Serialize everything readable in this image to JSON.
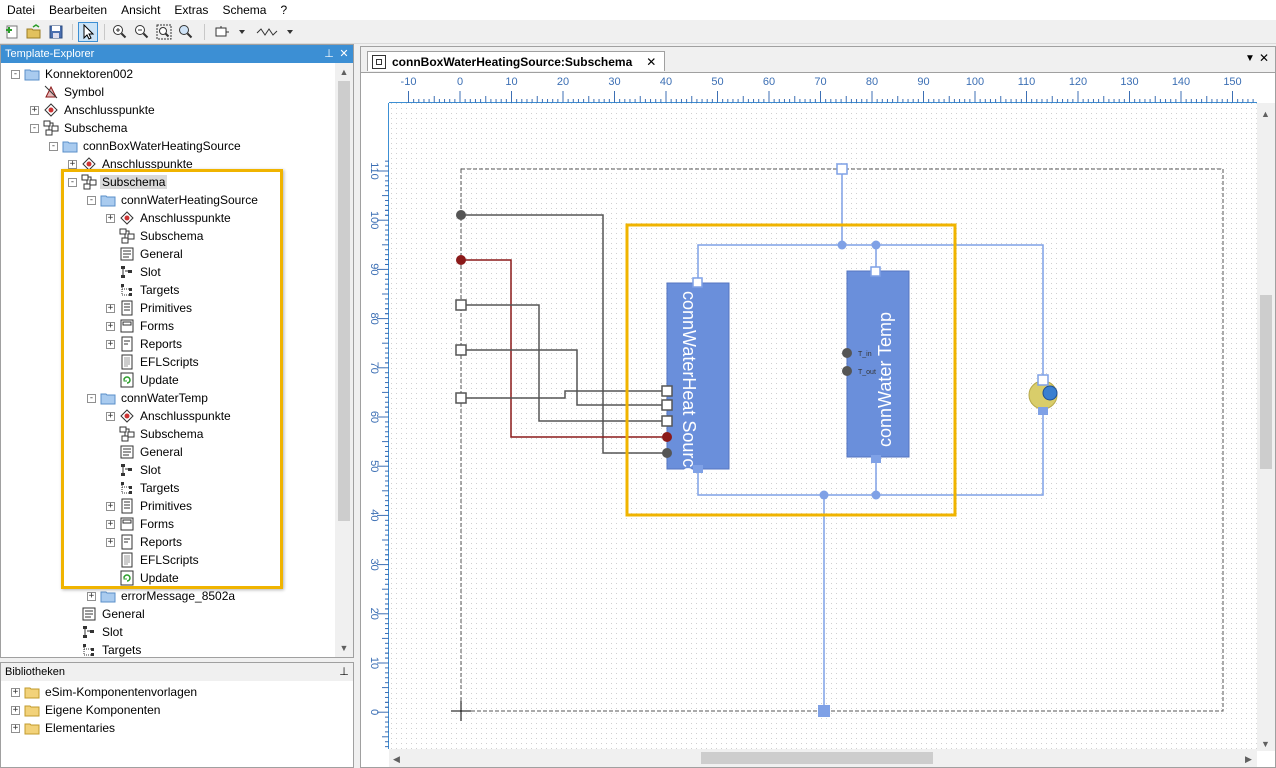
{
  "menu": [
    "Datei",
    "Bearbeiten",
    "Ansicht",
    "Extras",
    "Schema",
    "?"
  ],
  "toolbar": {
    "icons": [
      "new-template-icon",
      "open-template-icon",
      "save-icon",
      "select-pointer-icon",
      "zoom-in-icon",
      "zoom-out-icon",
      "zoom-fit-icon",
      "zoom-select-icon",
      "layout-icon",
      "connector-style-icon"
    ]
  },
  "explorer": {
    "title": "Template-Explorer",
    "items": [
      {
        "label": "Konnektoren002",
        "icon": "folder-blue-icon",
        "toggle": "-"
      },
      {
        "label": "Symbol",
        "icon": "symbol-icon",
        "toggle": ""
      },
      {
        "label": "Anschlusspunkte",
        "icon": "connection-points-icon",
        "toggle": "+"
      },
      {
        "label": "Subschema",
        "icon": "subschema-icon",
        "toggle": "-"
      },
      {
        "label": "connBoxWaterHeatingSource",
        "icon": "folder-blue-icon",
        "toggle": "-"
      },
      {
        "label": "Anschlusspunkte",
        "icon": "connection-points-icon",
        "toggle": "+"
      },
      {
        "label": "Subschema",
        "icon": "subschema-icon",
        "toggle": "-",
        "selected": true
      },
      {
        "label": "connWaterHeatingSource",
        "icon": "folder-blue-icon",
        "toggle": "-"
      },
      {
        "label": "Anschlusspunkte",
        "icon": "connection-points-icon",
        "toggle": "+"
      },
      {
        "label": "Subschema",
        "icon": "subschema-icon",
        "toggle": ""
      },
      {
        "label": "General",
        "icon": "general-icon",
        "toggle": ""
      },
      {
        "label": "Slot",
        "icon": "slot-icon",
        "toggle": ""
      },
      {
        "label": "Targets",
        "icon": "targets-icon",
        "toggle": ""
      },
      {
        "label": "Primitives",
        "icon": "primitives-icon",
        "toggle": "+"
      },
      {
        "label": "Forms",
        "icon": "forms-icon",
        "toggle": "+"
      },
      {
        "label": "Reports",
        "icon": "reports-icon",
        "toggle": "+"
      },
      {
        "label": "EFLScripts",
        "icon": "scripts-icon",
        "toggle": ""
      },
      {
        "label": "Update",
        "icon": "update-icon",
        "toggle": ""
      },
      {
        "label": "connWaterTemp",
        "icon": "folder-blue-icon",
        "toggle": "-"
      },
      {
        "label": "Anschlusspunkte",
        "icon": "connection-points-icon",
        "toggle": "+"
      },
      {
        "label": "Subschema",
        "icon": "subschema-icon",
        "toggle": ""
      },
      {
        "label": "General",
        "icon": "general-icon",
        "toggle": ""
      },
      {
        "label": "Slot",
        "icon": "slot-icon",
        "toggle": ""
      },
      {
        "label": "Targets",
        "icon": "targets-icon",
        "toggle": ""
      },
      {
        "label": "Primitives",
        "icon": "primitives-icon",
        "toggle": "+"
      },
      {
        "label": "Forms",
        "icon": "forms-icon",
        "toggle": "+"
      },
      {
        "label": "Reports",
        "icon": "reports-icon",
        "toggle": "+"
      },
      {
        "label": "EFLScripts",
        "icon": "scripts-icon",
        "toggle": ""
      },
      {
        "label": "Update",
        "icon": "update-icon",
        "toggle": ""
      },
      {
        "label": "errorMessage_8502a",
        "icon": "folder-blue-icon",
        "toggle": "+"
      },
      {
        "label": "General",
        "icon": "general-icon",
        "toggle": ""
      },
      {
        "label": "Slot",
        "icon": "slot-icon",
        "toggle": ""
      },
      {
        "label": "Targets",
        "icon": "targets-icon",
        "toggle": ""
      }
    ]
  },
  "libraries": {
    "title": "Bibliotheken",
    "items": [
      {
        "label": "eSim-Komponentenvorlagen",
        "icon": "folder-yellow-icon",
        "toggle": "+"
      },
      {
        "label": "Eigene Komponenten",
        "icon": "folder-yellow-icon",
        "toggle": "+"
      },
      {
        "label": "Elementaries",
        "icon": "folder-yellow-icon",
        "toggle": "+"
      }
    ]
  },
  "document": {
    "tab_title": "connBoxWaterHeatingSource:Subschema",
    "hruler": [
      "-10",
      "0",
      "10",
      "20",
      "30",
      "40",
      "50",
      "60",
      "70",
      "80",
      "90",
      "100",
      "110",
      "120",
      "130",
      "140",
      "150"
    ],
    "vruler": [
      "110",
      "100",
      "90",
      "80",
      "70",
      "60",
      "50",
      "40",
      "30",
      "20",
      "10",
      "0"
    ],
    "components": [
      {
        "name": "connWaterHeat Source",
        "pin_labels": [
          "..."
        ]
      },
      {
        "name": "connWater Temp",
        "pin_labels": [
          "T_in",
          "T_out"
        ]
      }
    ]
  },
  "colors": {
    "accent": "#3c8fd4",
    "highlight": "#f0b400",
    "component": "#6a8fdb",
    "wire_blue": "#7fa1e6",
    "wire_gray": "#555555",
    "wire_red": "#8b1a1a"
  }
}
